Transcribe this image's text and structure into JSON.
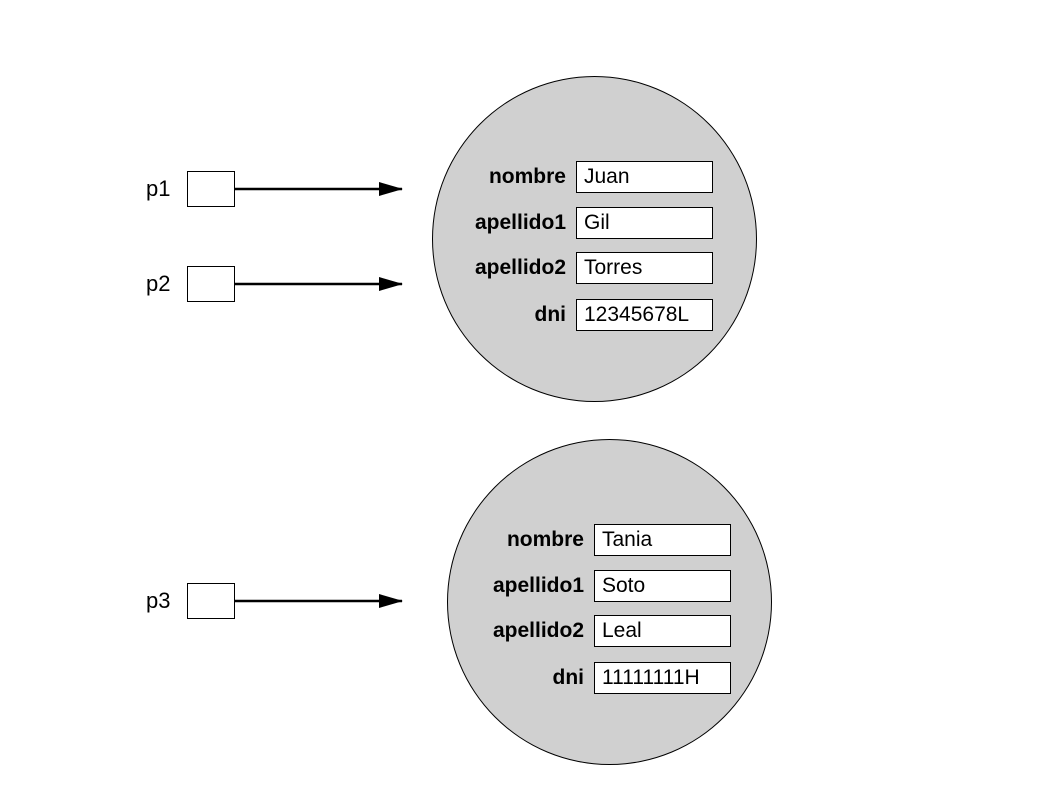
{
  "colors": {
    "object_fill": "#d0d0d0",
    "stroke": "#000000",
    "background": "#ffffff"
  },
  "references": [
    {
      "name": "p1",
      "points_to": 0
    },
    {
      "name": "p2",
      "points_to": 0
    },
    {
      "name": "p3",
      "points_to": 1
    }
  ],
  "objects": [
    {
      "fields": [
        {
          "name": "nombre",
          "value": "Juan"
        },
        {
          "name": "apellido1",
          "value": "Gil"
        },
        {
          "name": "apellido2",
          "value": "Torres"
        },
        {
          "name": "dni",
          "value": "12345678L"
        }
      ]
    },
    {
      "fields": [
        {
          "name": "nombre",
          "value": "Tania"
        },
        {
          "name": "apellido1",
          "value": "Soto"
        },
        {
          "name": "apellido2",
          "value": "Leal"
        },
        {
          "name": "dni",
          "value": "11111111H"
        }
      ]
    }
  ]
}
